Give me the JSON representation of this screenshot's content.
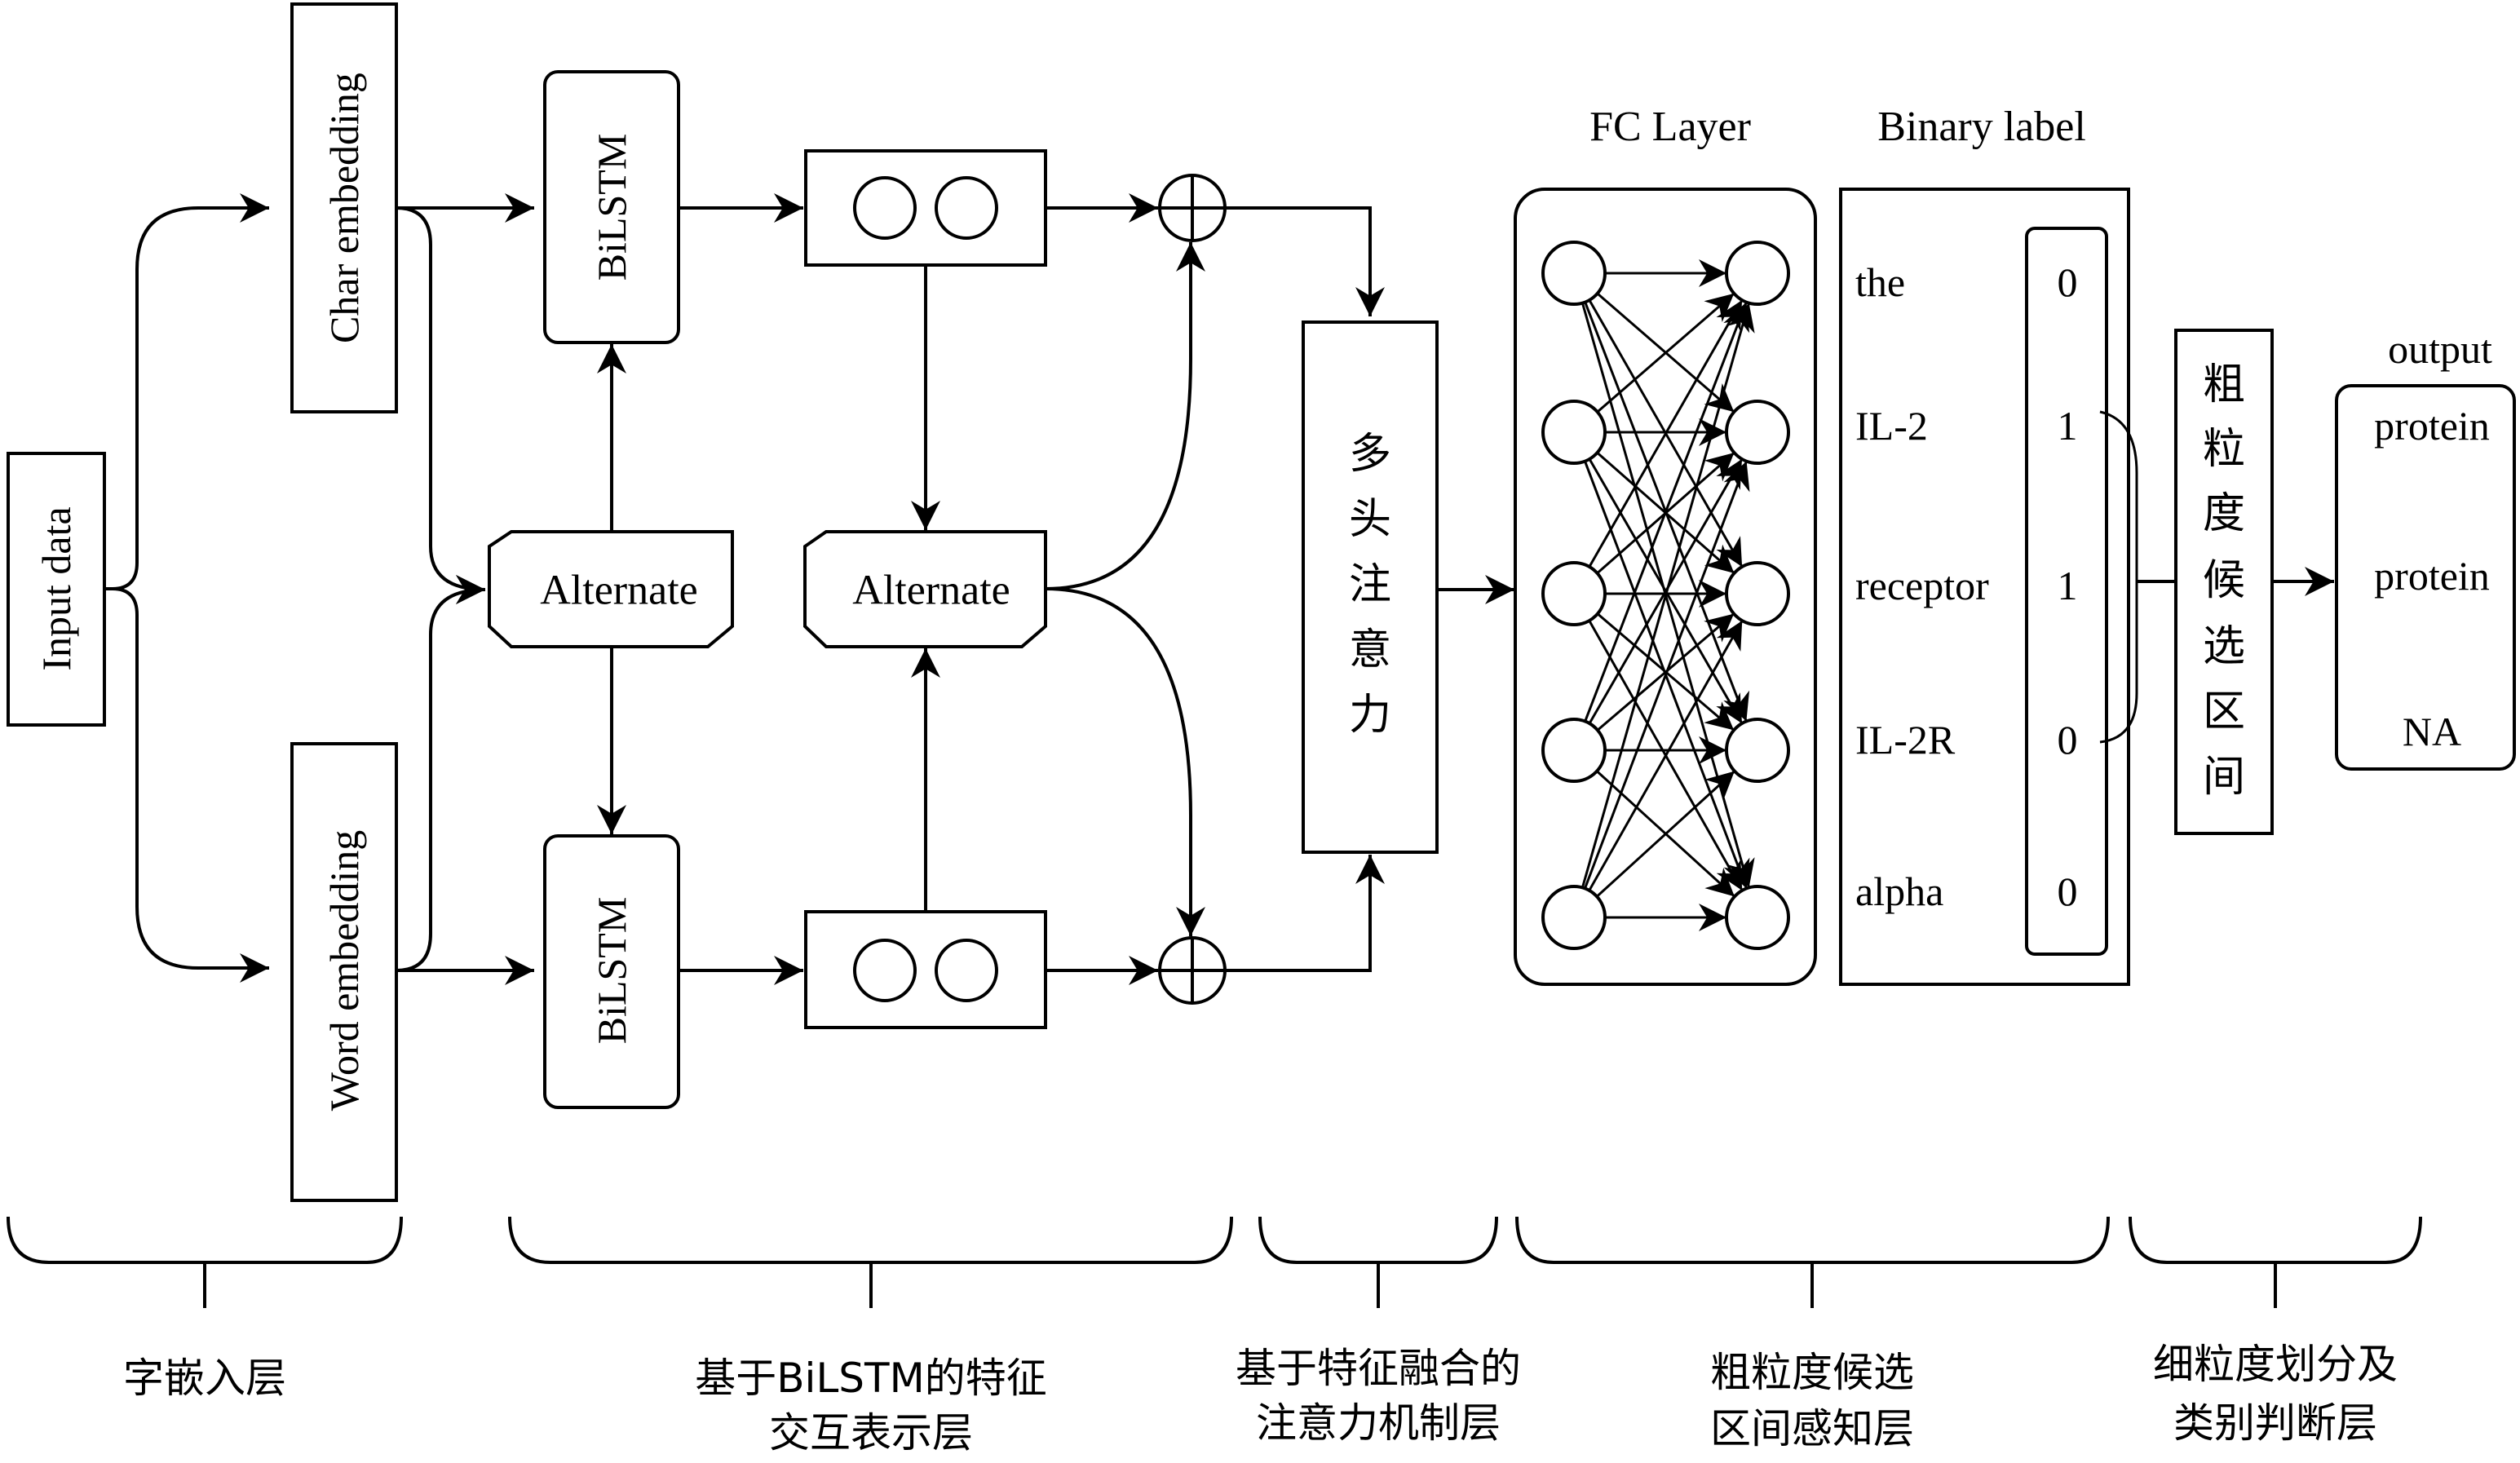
{
  "blocks": {
    "input": "Input data",
    "char_embedding": "Char embedding",
    "word_embedding": "Word embedding",
    "bilstm_top": "BiLSTM",
    "bilstm_bottom": "BiLSTM",
    "alternate_left": "Alternate",
    "alternate_right": "Alternate",
    "attention": [
      "多",
      "头",
      "注",
      "意",
      "力"
    ],
    "fc_layer_title": "FC Layer",
    "binary_label_title": "Binary label",
    "coarse": [
      "粗",
      "粒",
      "度",
      "候",
      "选",
      "区",
      "间"
    ],
    "output_title": "output"
  },
  "tokens": [
    {
      "word": "the",
      "label": "0"
    },
    {
      "word": "IL-2",
      "label": "1"
    },
    {
      "word": "receptor",
      "label": "1"
    },
    {
      "word": "IL-2R",
      "label": "0"
    },
    {
      "word": "alpha",
      "label": "0"
    }
  ],
  "outputs": [
    "protein",
    "protein",
    "NA"
  ],
  "layers": [
    {
      "lines": [
        "字嵌入层"
      ]
    },
    {
      "lines": [
        "基于BiLSTM的特征",
        "交互表示层"
      ]
    },
    {
      "lines": [
        "基于特征融合的",
        "注意力机制层"
      ]
    },
    {
      "lines": [
        "粗粒度候选",
        "区间感知层"
      ]
    },
    {
      "lines": [
        "细粒度划分及",
        "类别判断层"
      ]
    }
  ]
}
